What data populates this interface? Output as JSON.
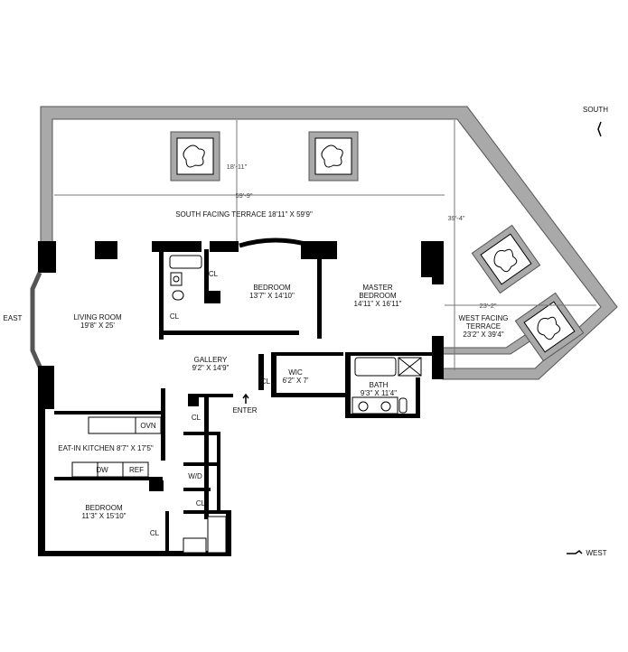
{
  "compass": {
    "south": "SOUTH",
    "east": "EAST",
    "west": "WEST"
  },
  "terrace_south": {
    "label": "SOUTH FACING TERRACE 18'11\" X 59'9\"",
    "dim_width": "59'-9\"",
    "dim_depth": "18'-11\""
  },
  "terrace_west": {
    "label_line1": "WEST FACING",
    "label_line2": "TERRACE",
    "size": "23'2\" X 39'4\"",
    "dim_width": "23'-2\"",
    "dim_length": "39'-4\""
  },
  "rooms": {
    "living_room": {
      "name": "LIVING ROOM",
      "size": "19'8\" X 25'"
    },
    "bedroom_1": {
      "name": "BEDROOM",
      "size": "13'7\" X 14'10\""
    },
    "master_bedroom": {
      "name_line1": "MASTER",
      "name_line2": "BEDROOM",
      "size": "14'11\" X 16'11\""
    },
    "gallery": {
      "name": "GALLERY",
      "size": "9'2\" X 14'9\""
    },
    "wic": {
      "name": "WIC",
      "size": "6'2\" X 7'"
    },
    "bath": {
      "name": "BATH",
      "size": "9'3\" X 11'4\""
    },
    "kitchen": {
      "name": "EAT-IN KITCHEN 8'7\" X 17'5\""
    },
    "bedroom_2": {
      "name": "BEDROOM",
      "size": "11'3\" X 15'10\""
    }
  },
  "fixtures": {
    "closet": "CL",
    "oven": "OVN",
    "dishwasher": "DW",
    "refrigerator": "REF",
    "washer_dryer": "W/D",
    "entry": "ENTER"
  }
}
